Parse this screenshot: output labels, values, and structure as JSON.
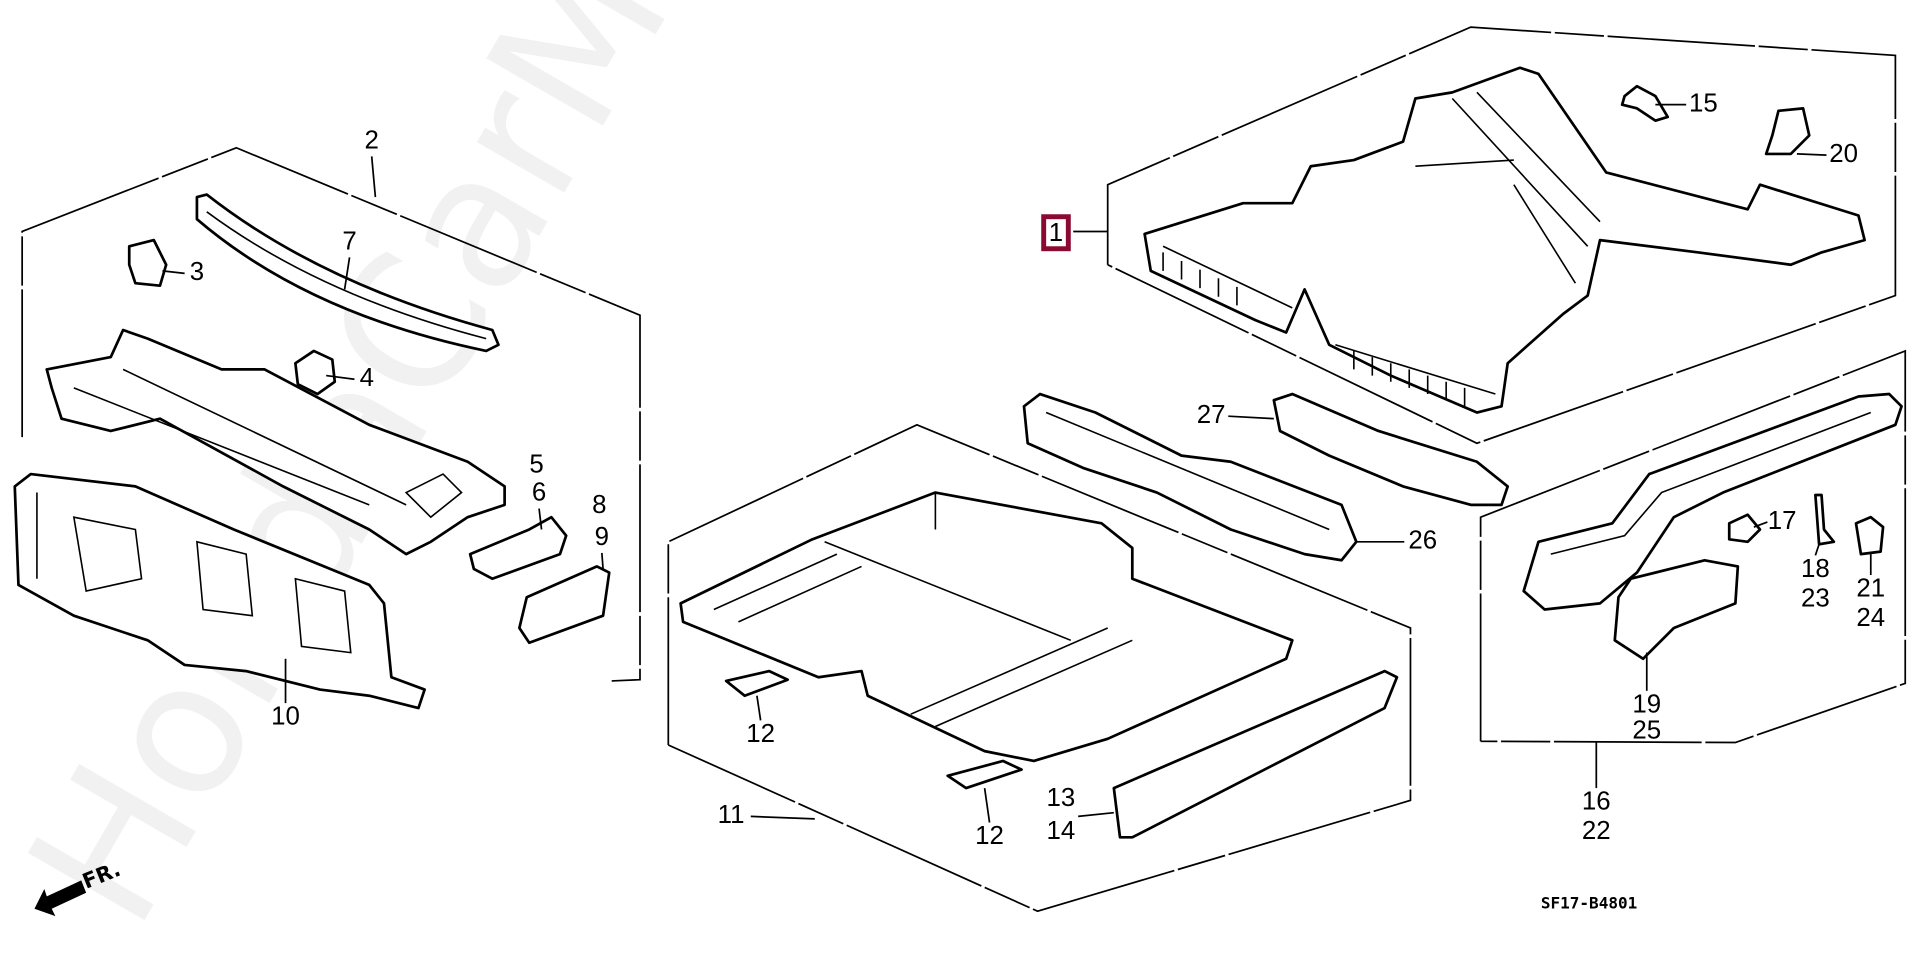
{
  "diagram_code": "SF17-B4801",
  "direction_indicator": "FR.",
  "watermark": "HondaCarM...ru",
  "highlight_color": "#8b0a32",
  "highlighted_label": "1",
  "labels": {
    "p1": "1",
    "p2": "2",
    "p3": "3",
    "p4": "4",
    "p5": "5",
    "p6": "6",
    "p7": "7",
    "p8": "8",
    "p9": "9",
    "p10": "10",
    "p11": "11",
    "p12a": "12",
    "p12b": "12",
    "p13": "13",
    "p14": "14",
    "p15": "15",
    "p16": "16",
    "p17": "17",
    "p18": "18",
    "p19": "19",
    "p20": "20",
    "p21": "21",
    "p22": "22",
    "p23": "23",
    "p24": "24",
    "p25": "25",
    "p26": "26",
    "p27": "27"
  }
}
